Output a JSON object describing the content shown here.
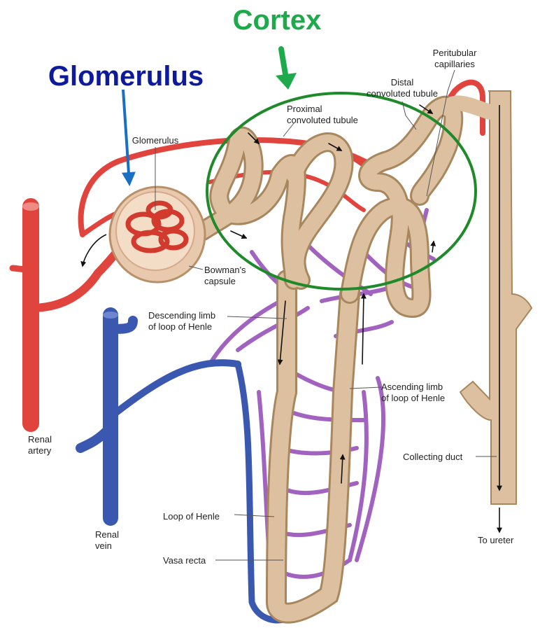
{
  "headings": {
    "cortex": "Cortex",
    "glomerulus": "Glomerulus"
  },
  "labels": {
    "peritubular_capillaries": [
      "Peritubular",
      "capillaries"
    ],
    "distal_tubule": [
      "Distal",
      "convoluted tubule"
    ],
    "proximal_tubule": [
      "Proximal",
      "convoluted tubule"
    ],
    "glomerulus_small": "Glomerulus",
    "bowmans_capsule": [
      "Bowman's",
      "capsule"
    ],
    "descending_limb": [
      "Descending limb",
      "of loop of Henle"
    ],
    "ascending_limb": [
      "Ascending limb",
      "of loop of Henle"
    ],
    "renal_artery": [
      "Renal",
      "artery"
    ],
    "renal_vein": [
      "Renal",
      "vein"
    ],
    "collecting_duct": "Collecting duct",
    "loop_of_henle": "Loop of Henle",
    "vasa_recta": "Vasa recta",
    "to_ureter": "To ureter"
  },
  "colors": {
    "cortex_heading": "#1daa4b",
    "glomerulus_heading": "#0d1a9c",
    "cortex_ellipse": "#1f8a2a",
    "glomerulus_arrow": "#1a6fc4",
    "artery": "#e0443c",
    "vein": "#3a58b0",
    "vasa_recta": "#9a5bb5",
    "tubule": "#dcc0a0",
    "tubule_edge": "#a8865e"
  }
}
